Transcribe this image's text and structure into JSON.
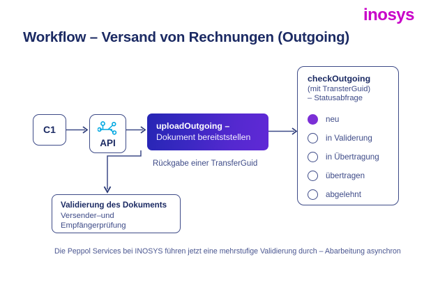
{
  "brand": {
    "logo_text": "inosys",
    "logo_color": "#c800c8"
  },
  "title": {
    "text": "Workflow – Versand von Rechnungen (Outgoing)",
    "color": "#1b2a63"
  },
  "nodes": {
    "client": {
      "label": "C1"
    },
    "api": {
      "label": "API",
      "icon": "api-network-icon",
      "icon_color": "#00a7e1"
    }
  },
  "action": {
    "line1": "uploadOutgoing –",
    "line2": "Dokument bereitststellen",
    "gradient_from": "#2626b4",
    "gradient_to": "#6029d6"
  },
  "captions": {
    "transfer_guid": "Rückgabe einer TransferGuid",
    "footer": "Die Peppol Services bei INOSYS führen jetzt eine mehrstufige Validierung durch – Abarbeitung asynchron"
  },
  "validation_box": {
    "title": "Validierung des Dokuments",
    "sub_line1": "Versender–und",
    "sub_line2": "Empfängerprüfung"
  },
  "status_panel": {
    "title": "checkOutgoing",
    "sub_line1": "(mit TransterGuid)",
    "sub_line2": "– Statusabfrage",
    "items": [
      {
        "label": "neu",
        "state": "active",
        "color": "#7b2fd6"
      },
      {
        "label": "in Validerung",
        "state": "inactive",
        "color": "#ffffff"
      },
      {
        "label": "in Übertragung",
        "state": "inactive",
        "color": "#ffffff"
      },
      {
        "label": "übertragen",
        "state": "inactive",
        "color": "#ffffff"
      },
      {
        "label": "abgelehnt",
        "state": "inactive",
        "color": "#ffffff"
      }
    ]
  },
  "theme": {
    "background": "#ffffff",
    "stroke": "#3d4a87",
    "text_dark": "#1b2a63",
    "text_muted": "#4a5690"
  }
}
